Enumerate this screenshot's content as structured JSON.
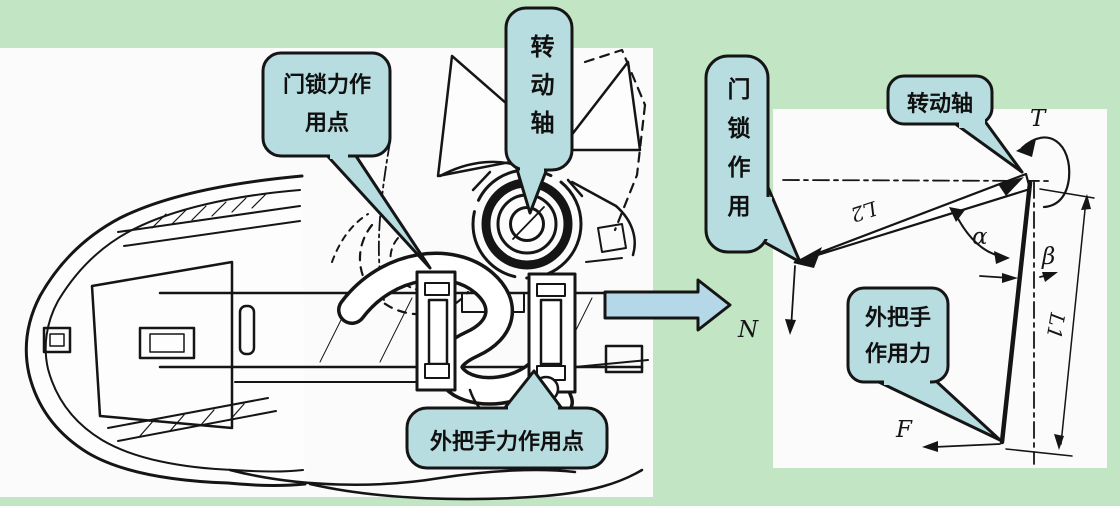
{
  "figure": {
    "type": "door-handle-force-analysis-diagram"
  },
  "colors": {
    "background_green": "#c2e5c4",
    "panel_white": "#fbfbfc",
    "callout_fill": "#b8dde0",
    "arrow_fill": "#b5d8e8",
    "line_ink": "#151515"
  },
  "left_panel": {
    "callouts": {
      "lock_force_point": "门锁力作用点",
      "rotation_axis": "转动轴",
      "handle_force_point": "外把手力作用点"
    }
  },
  "right_panel": {
    "callouts": {
      "lock_action": "门锁作用",
      "rotation_axis": "转动轴",
      "handle_force": "外把手作用力"
    },
    "labels": {
      "torque": "T",
      "lock_reaction": "N",
      "handle_force": "F",
      "angle_alpha": "α",
      "angle_beta": "β",
      "lever_arm_1": "L1",
      "lever_arm_2": "L2"
    }
  }
}
